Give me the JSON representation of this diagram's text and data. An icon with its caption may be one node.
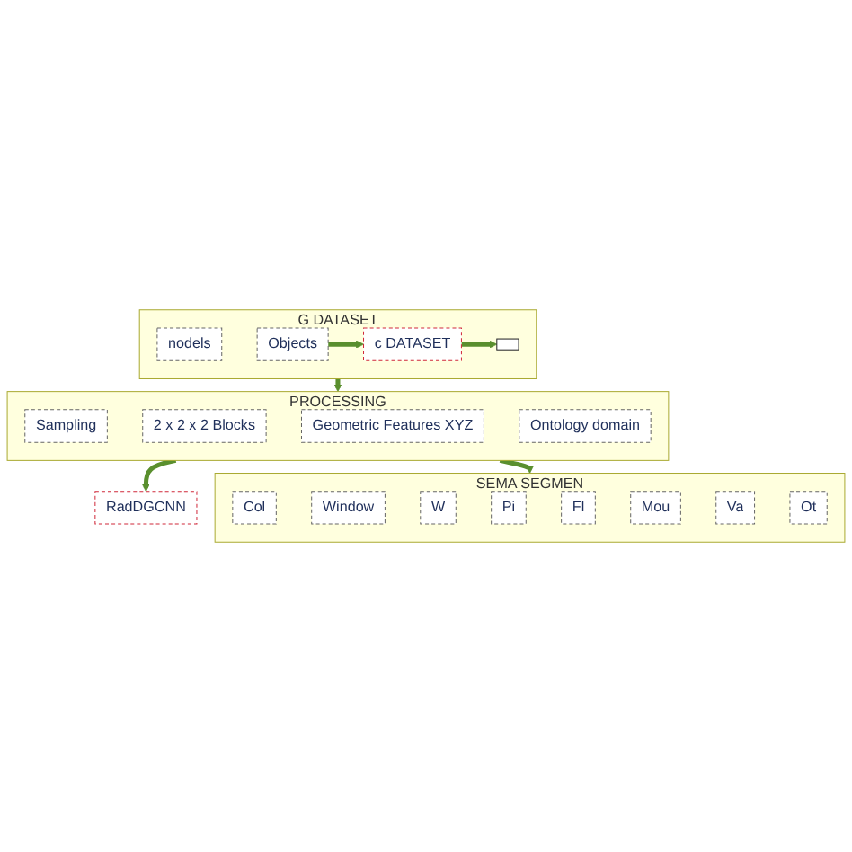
{
  "diagram": {
    "nodes": [
      {
        "text": [
          "G DATASET"
        ]
      },
      {
        "text": [
          "nodels"
        ],
        "in": 0
      },
      {
        "text": [
          "Objects"
        ],
        "in": 0
      },
      {
        "text": [
          "c DATASET"
        ],
        "in": 0
      },
      {
        "text": [],
        "shape": "box",
        "in": 0
      },
      {
        "text": [
          "PROCESSING"
        ]
      },
      {
        "text": [
          "Sampling"
        ],
        "in": 5
      },
      {
        "text": [
          "2 x 2 x 2 Blocks"
        ],
        "in": 5
      },
      {
        "text": [
          "Geometric Features XYZ"
        ],
        "in": 5
      },
      {
        "text": [
          "Ontology domain"
        ],
        "in": 5
      },
      {
        "text": [
          "RadDGCNN"
        ]
      },
      {
        "text": [
          "SEMA SEGMEN"
        ]
      },
      {
        "text": [
          "Col"
        ],
        "in": 11
      },
      {
        "text": [
          "Window"
        ],
        "in": 11
      },
      {
        "text": [
          "W"
        ],
        "in": 11
      },
      {
        "text": [
          "Pi"
        ],
        "in": 11
      },
      {
        "text": [
          "Fl"
        ],
        "in": 11
      },
      {
        "text": [
          "Mou"
        ],
        "in": 11
      },
      {
        "text": [
          "Va"
        ],
        "in": 11
      },
      {
        "text": [
          "Ot"
        ],
        "in": 11
      }
    ],
    "edges": [
      {
        "from": 2,
        "to": 3,
        "arrow": "to"
      },
      {
        "from": 3,
        "to": 4,
        "arrow": "to"
      },
      {
        "from": 0,
        "to": 5,
        "arrow": "to"
      },
      {
        "from": 5,
        "to": 10,
        "arrow": "to"
      },
      {
        "from": 5,
        "to": 11,
        "arrow": "to"
      }
    ]
  }
}
